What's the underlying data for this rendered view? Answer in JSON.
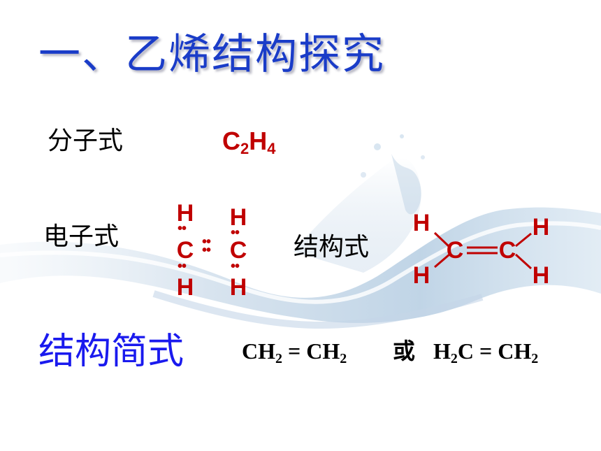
{
  "title": "一、乙烯结构探究",
  "molecular": {
    "label": "分子式",
    "c": "C",
    "c_count": "2",
    "h": "H",
    "h_count": "4"
  },
  "electronic": {
    "label": "电子式",
    "atoms": {
      "h_top_left": "H",
      "h_top_right": "H",
      "c_left": "C",
      "c_right": "C",
      "h_bottom_left": "H",
      "h_bottom_right": "H"
    }
  },
  "structural": {
    "label": "结构式",
    "atoms": {
      "h_top_left": "H",
      "h_top_right": "H",
      "c_left": "C",
      "c_right": "C",
      "h_bottom_left": "H",
      "h_bottom_right": "H"
    }
  },
  "simplified": {
    "label": "结构简式",
    "formula_a": {
      "p1": "CH",
      "s1": "2",
      "p2": " = CH",
      "s2": "2"
    },
    "or": "或",
    "formula_b": {
      "p1": "H",
      "s1": "2",
      "p2": "C = CH",
      "s2": "2"
    }
  },
  "colors": {
    "title": "#1a3cc8",
    "chem_red": "#c00000",
    "simplified_title": "#1a1aee"
  }
}
